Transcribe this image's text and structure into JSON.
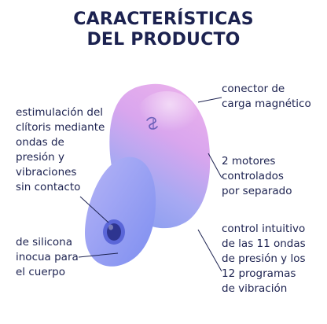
{
  "title": {
    "line1": "CARACTERÍSTICAS",
    "line2": "DEL PRODUCTO"
  },
  "features": {
    "stimulation": [
      "estimulación del",
      "clítoris mediante",
      "ondas de",
      "presión y",
      "vibraciones",
      "sin contacto"
    ],
    "silicone": [
      "de silicona",
      "inocua para",
      "el cuerpo"
    ],
    "connector": [
      "conector de",
      "carga magnético"
    ],
    "motors": [
      "2 motores",
      "controlados",
      "por separado"
    ],
    "control": [
      "control intuitivo",
      "de las 11 ondas",
      "de presión y los",
      "12 programas",
      "de vibración"
    ]
  },
  "colors": {
    "text": "#1c2250",
    "product_top": "#e9a6ea",
    "product_bottom": "#8e9cf0",
    "leader_line": "#1c2250"
  },
  "icons": {
    "logo": "satisfyer-logo-icon"
  }
}
